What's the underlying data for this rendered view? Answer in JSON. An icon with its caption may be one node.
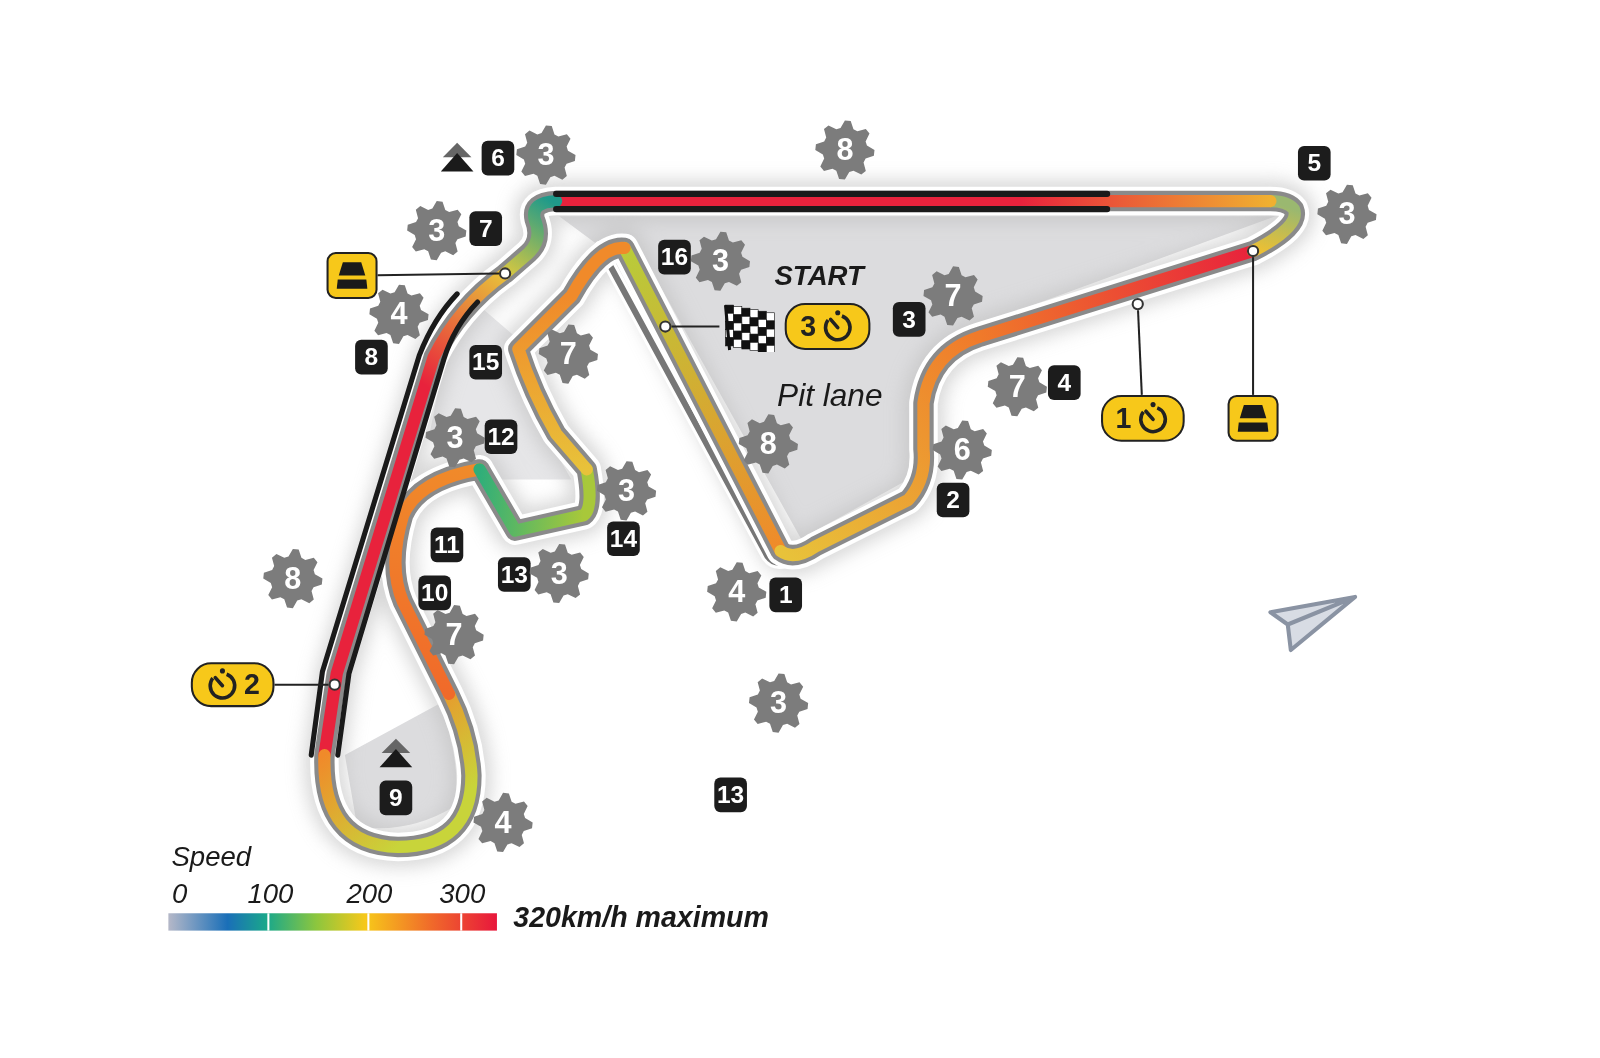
{
  "diagram": {
    "nodes": [
      {
        "text": [],
        "shape": "box"
      },
      {
        "text": [],
        "shape": "circle"
      },
      {
        "text": [
          "3"
        ],
        "beside": [
          "START"
        ]
      },
      {
        "text": [],
        "shape": "circle"
      },
      {
        "text": [
          "1"
        ]
      },
      {
        "text": [],
        "shape": "circle"
      },
      {
        "text": [],
        "shape": "box"
      },
      {
        "text": [],
        "shape": "circle"
      },
      {
        "text": [
          "2"
        ]
      },
      {
        "text": [],
        "shape": "circle"
      }
    ],
    "edges": [
      {
        "from": 0,
        "to": 1,
        "arrow": "none"
      },
      {
        "from": 2,
        "to": 3,
        "arrow": "none"
      },
      {
        "from": 4,
        "to": 5,
        "arrow": "none"
      },
      {
        "from": 6,
        "to": 7,
        "arrow": "none"
      },
      {
        "from": 8,
        "to": 9,
        "arrow": "none"
      }
    ],
    "labels": [
      "6",
      "3",
      "8",
      "5",
      "3",
      "3",
      "7",
      "16",
      "3",
      "7",
      "4",
      "3",
      "8",
      "15",
      "7",
      "7",
      "4",
      "Pit lane",
      "3",
      "12",
      "8",
      "6",
      "3",
      "2",
      "11",
      "14",
      "8",
      "10",
      "13",
      "3",
      "4",
      "1",
      "7",
      "3",
      "9",
      "13",
      "4",
      "Speed",
      "0",
      "100",
      "200",
      "300",
      "320km/h maximum"
    ]
  }
}
